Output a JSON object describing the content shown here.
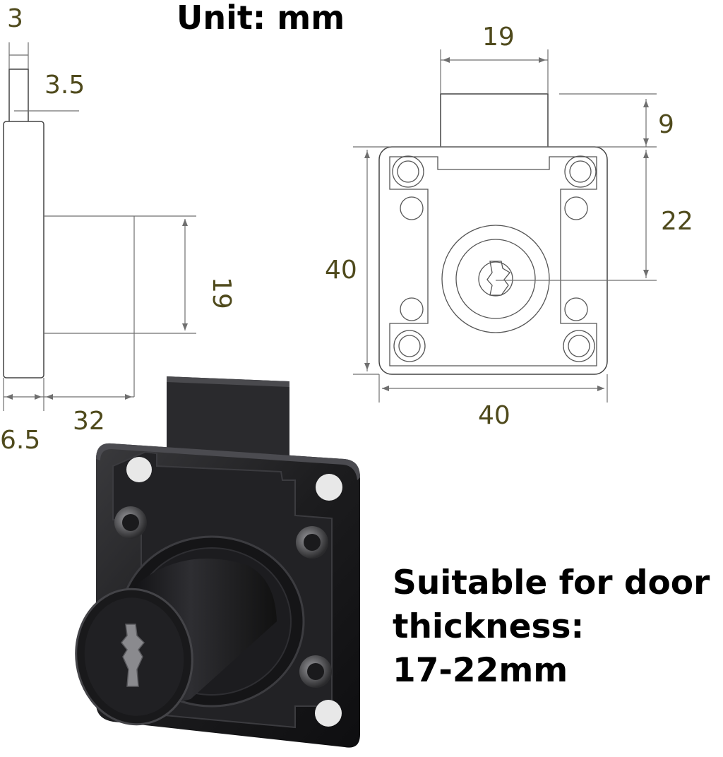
{
  "title": "Unit: mm",
  "dimensions": {
    "side_tab_width": "3",
    "side_tab_offset": "3.5",
    "side_body_height": "19",
    "side_plate_thickness": "6.5",
    "side_body_depth": "32",
    "front_bolt_width": "19",
    "front_bolt_height": "9",
    "front_center_offset": "22",
    "front_plate_height": "40",
    "front_plate_width": "40"
  },
  "door_note": {
    "line1": "Suitable for door",
    "line2": "thickness:",
    "line3": "17-22mm"
  },
  "colors": {
    "dimension_text": "#4f4a1c",
    "drawing_lines": "#6f6f6f",
    "lock_body": "#1c1c1e"
  }
}
